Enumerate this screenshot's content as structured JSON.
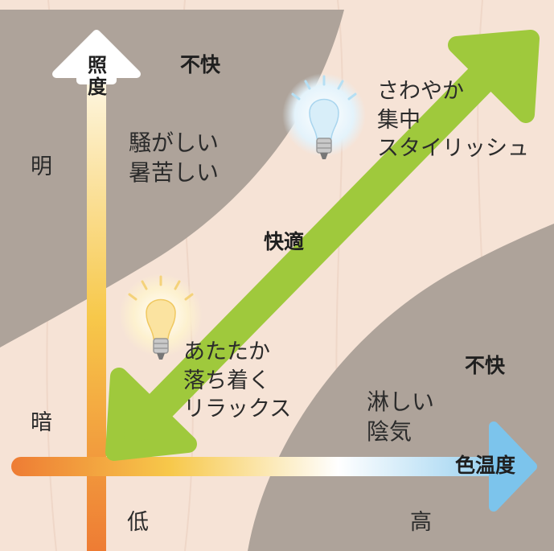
{
  "axis_y": {
    "label": "照度",
    "high": "明",
    "low": "暗"
  },
  "axis_x": {
    "label": "色温度",
    "low": "低",
    "high": "高"
  },
  "zones": {
    "top_left": {
      "title": "不快",
      "text": "騒がしい\n暑苦しい"
    },
    "bottom_right": {
      "title": "不快",
      "text": "淋しい\n陰気"
    }
  },
  "diagonal": {
    "label": "快適",
    "cool_end": "さわやか\n集中\nスタイリッシュ",
    "warm_end": "あたたか\n落ち着く\nリラックス"
  },
  "icons": {
    "cool": "cool-light-bulb-icon",
    "warm": "warm-light-bulb-icon"
  },
  "colors": {
    "background": "#f6e3d6",
    "zone": "#aea39a",
    "arrow": "#9fc93c",
    "axis_warm": "#ee7c34",
    "axis_mid": "#f7c84a",
    "axis_cool": "#7cc4ec"
  }
}
